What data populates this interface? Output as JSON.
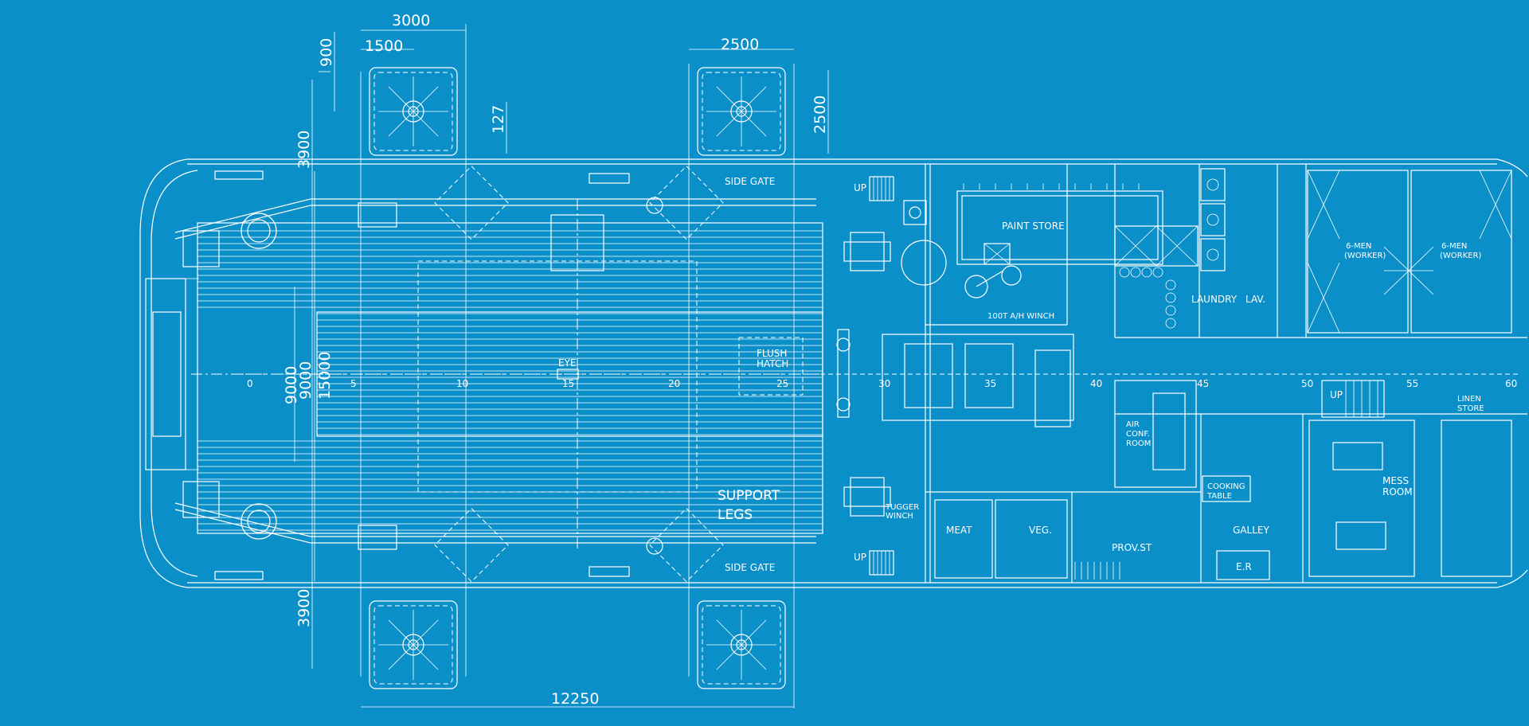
{
  "colors": {
    "background": "#0a8fc9",
    "line": "#ffffff"
  },
  "dimensions": {
    "top_width": "3000",
    "top_half": "1500",
    "top_right_width": "2500",
    "right_height": "2500",
    "left_top": "900",
    "left_mid": "3900",
    "small": "127",
    "left_lower": "3900",
    "beam_9000a": "9000",
    "beam_9000b": "9000",
    "beam_15000": "15000",
    "bottom_length": "12250"
  },
  "frames": [
    "0",
    "5",
    "10",
    "15",
    "20",
    "25",
    "30",
    "35",
    "40",
    "45",
    "50",
    "55",
    "60"
  ],
  "labels": {
    "side_gate_top": "SIDE GATE",
    "side_gate_bottom": "SIDE GATE",
    "up_top": "UP",
    "up_bottom": "UP",
    "up_stair": "UP",
    "paint_store": "PAINT STORE",
    "winch": "100T A/H WINCH",
    "laundry": "LAUNDRY",
    "lav": "LAV.",
    "men_left_1": "6-MEN",
    "men_left_2": "(WORKER)",
    "men_right_1": "6-MEN",
    "men_right_2": "(WORKER)",
    "flush_1": "FLUSH",
    "flush_2": "HATCH",
    "eye": "EYE",
    "air_1": "AIR",
    "air_2": "CONF.",
    "air_3": "ROOM",
    "linen_1": "LINEN",
    "linen_2": "STORE",
    "cooking_1": "COOKING",
    "cooking_2": "TABLE",
    "mess_1": "MESS",
    "mess_2": "ROOM",
    "support_1": "SUPPORT",
    "support_2": "LEGS",
    "tugger_1": "TUGGER",
    "tugger_2": "WINCH",
    "meat": "MEAT",
    "veg": "VEG.",
    "prov": "PROV.ST",
    "galley": "GALLEY",
    "er": "E.R"
  }
}
